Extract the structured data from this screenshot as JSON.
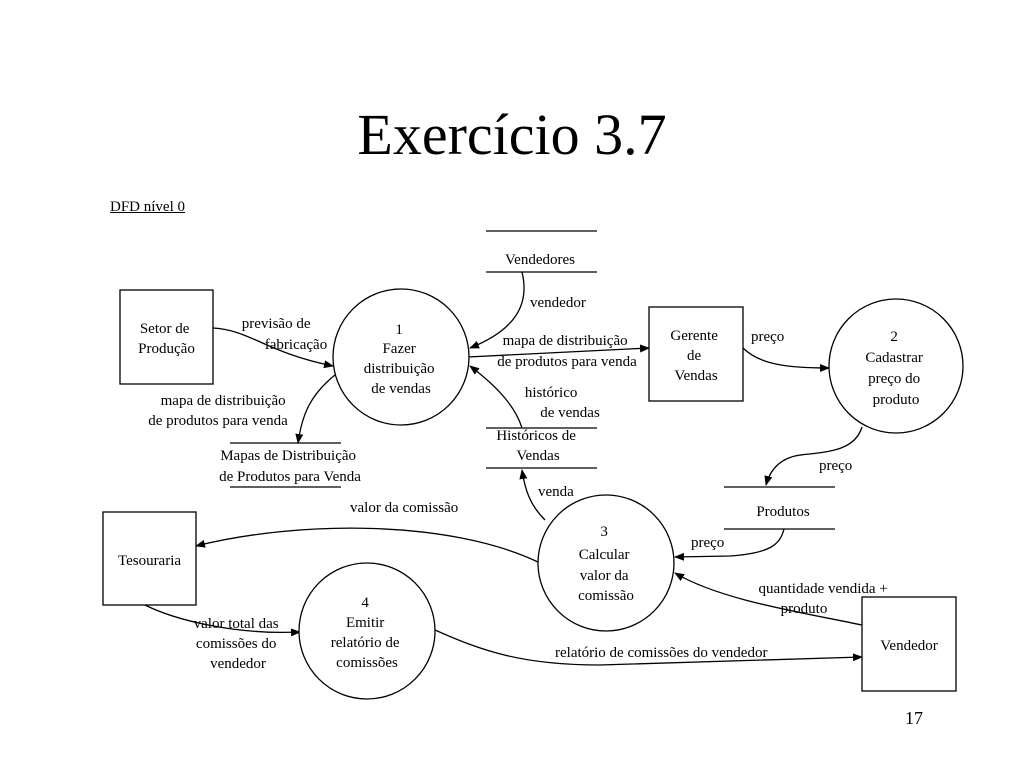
{
  "title": "Exercício 3.7",
  "subtitle": "DFD nível 0",
  "page_number": "17",
  "entities": {
    "setor": [
      "Setor de",
      "Produção"
    ],
    "gerente": [
      "Gerente",
      "de",
      "Vendas"
    ],
    "tesouraria": [
      "Tesouraria"
    ],
    "vendedor": [
      "Vendedor"
    ]
  },
  "processes": {
    "p1": [
      "1",
      "Fazer",
      "distribuição",
      "de vendas"
    ],
    "p2": [
      "2",
      "Cadastrar",
      "preço do",
      "produto"
    ],
    "p3": [
      "3",
      "Calcular",
      "valor da",
      "comissão"
    ],
    "p4": [
      "4",
      "Emitir",
      "relatório de",
      "comissões"
    ]
  },
  "stores": {
    "vendedores": [
      "Vendedores"
    ],
    "mapas": [
      "Mapas de Distribuição",
      "de Produtos para Venda"
    ],
    "historicos": [
      "Históricos de",
      "Vendas"
    ],
    "produtos": [
      "Produtos"
    ]
  },
  "flows": {
    "previsao": [
      "previsão de",
      "fabricação"
    ],
    "vendedor": [
      "vendedor"
    ],
    "mapa_right": [
      "mapa de distribuição",
      "de produtos para venda"
    ],
    "mapa_left": [
      "mapa de distribuição",
      "de produtos para venda"
    ],
    "historico": [
      "histórico",
      "de vendas"
    ],
    "preco_gerente": [
      "preço"
    ],
    "preco_produtos": [
      "preço"
    ],
    "preco_p3": [
      "preço"
    ],
    "venda": [
      "venda"
    ],
    "valor_comissao": [
      "valor da comissão"
    ],
    "quantidade": [
      "quantidade vendida +",
      "produto"
    ],
    "valor_total": [
      "valor total das",
      "comissões do",
      "vendedor"
    ],
    "relatorio": [
      "relatório de comissões do vendedor"
    ]
  }
}
